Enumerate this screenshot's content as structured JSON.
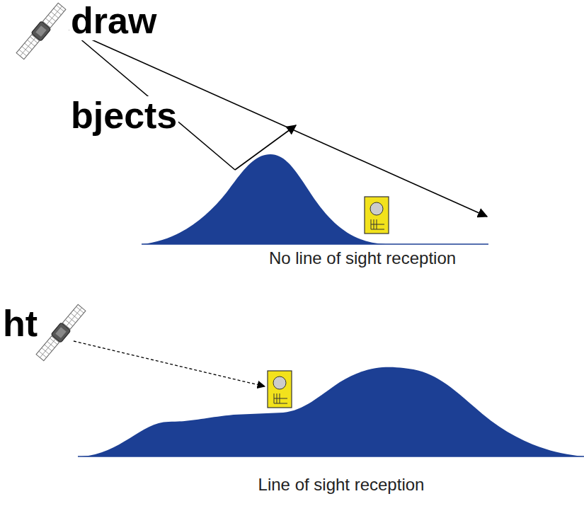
{
  "diagram": {
    "labels": [
      "draw",
      "bjects",
      "ht",
      "No line of sight reception",
      "Line of sight reception"
    ]
  }
}
